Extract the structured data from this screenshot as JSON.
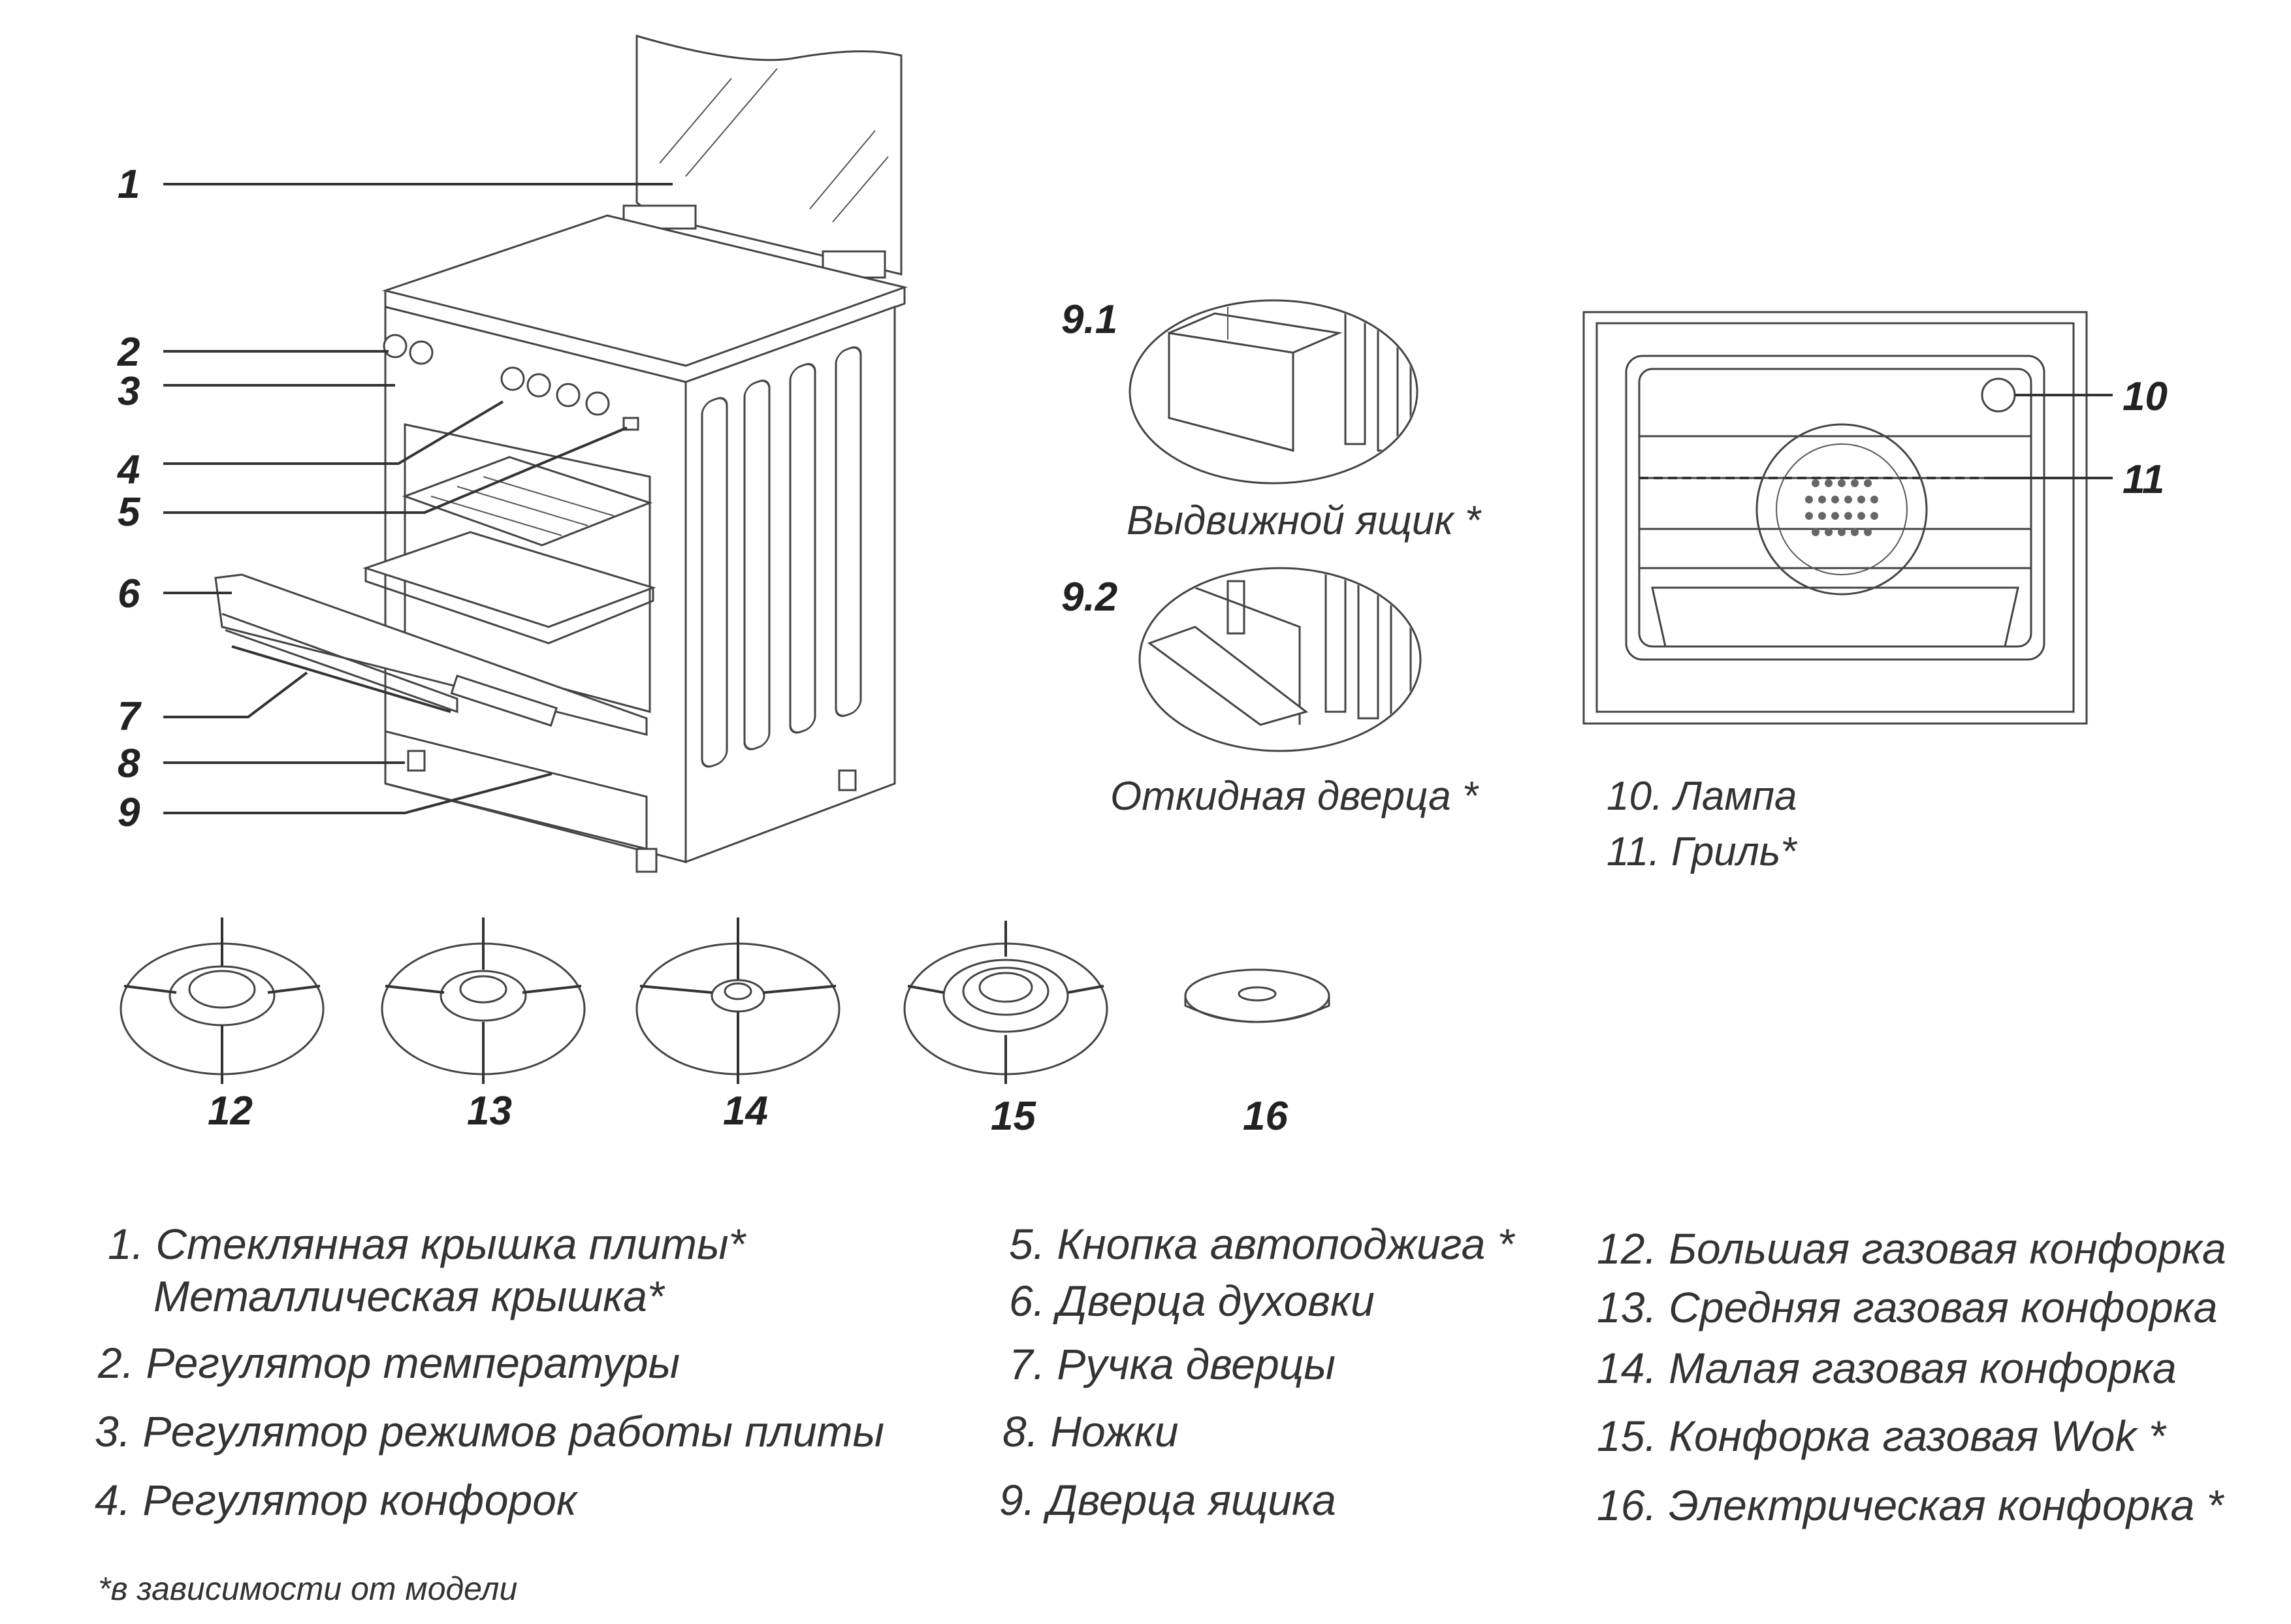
{
  "callouts": {
    "c1": "1",
    "c2": "2",
    "c3": "3",
    "c4": "4",
    "c5": "5",
    "c6": "6",
    "c7": "7",
    "c8": "8",
    "c9": "9",
    "c91": "9.1",
    "c92": "9.2",
    "c10": "10",
    "c11": "11",
    "c12": "12",
    "c13": "13",
    "c14": "14",
    "c15": "15",
    "c16": "16"
  },
  "captions": {
    "drawer": "Выдвижной ящик *",
    "flap_door": "Откидная дверца *",
    "lamp": "10. Лампа",
    "grill": "11. Гриль*"
  },
  "legend": {
    "col1": [
      "1. Стеклянная крышка плиты*",
      "Металлическая крышка*",
      "2. Регулятор  температуры",
      "3. Регулятор режимов работы плиты",
      "4. Регулятор конфорок"
    ],
    "col2": [
      "5. Кнопка автоподжига *",
      "6. Дверца духовки",
      "7. Ручка дверцы",
      "8. Ножки",
      "9. Дверца ящика"
    ],
    "col3": [
      "12. Большая газовая конфорка",
      "13. Средняя газовая конфорка",
      "14. Малая газовая конфорка",
      "15. Конфорка газовая Wok *",
      "16. Электрическая конфорка *"
    ]
  },
  "footnote": "*в зависимости от модели"
}
